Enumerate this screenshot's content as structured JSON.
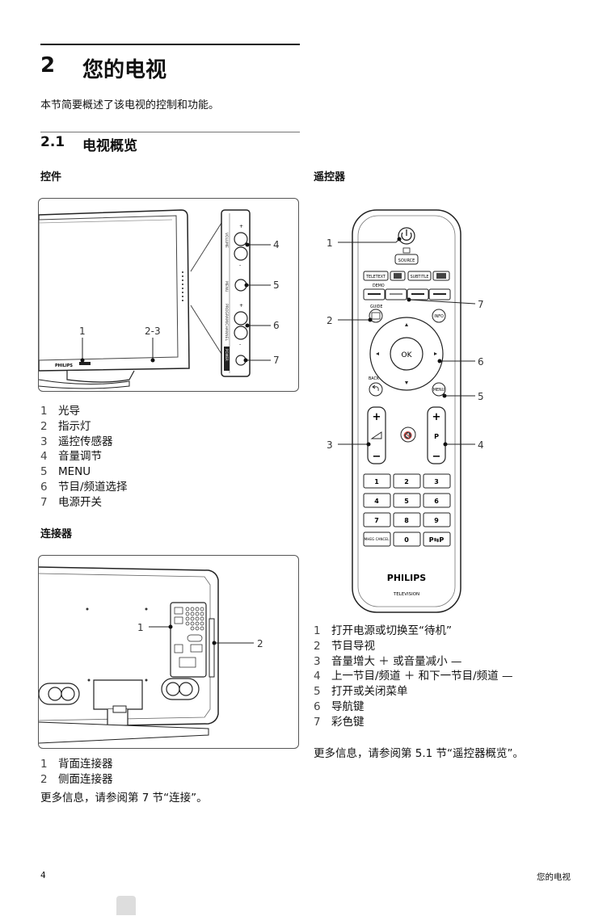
{
  "chapter": {
    "number": "2",
    "title": "您的电视"
  },
  "intro": "本节简要概述了该电视的控制和功能。",
  "section": {
    "number": "2.1",
    "title": "电视概览"
  },
  "controls": {
    "heading": "控件",
    "callouts": [
      "1",
      "2-3",
      "4",
      "5",
      "6",
      "7"
    ],
    "brand": "PHILIPS",
    "side_labels": [
      "VOLUME",
      "MENU",
      "PROGRAM/CHANNEL",
      "POWER"
    ],
    "items": [
      {
        "n": "1",
        "text": "光导"
      },
      {
        "n": "2",
        "text": "指示灯"
      },
      {
        "n": "3",
        "text": "遥控传感器"
      },
      {
        "n": "4",
        "text": "音量调节"
      },
      {
        "n": "5",
        "text": "MENU"
      },
      {
        "n": "6",
        "text": "节目/频道选择"
      },
      {
        "n": "7",
        "text": "电源开关"
      }
    ]
  },
  "connectors": {
    "heading": "连接器",
    "callouts": [
      "1",
      "2"
    ],
    "items": [
      {
        "n": "1",
        "text": "背面连接器"
      },
      {
        "n": "2",
        "text": "侧面连接器"
      }
    ],
    "more": "更多信息，请参阅第 7 节“连接”。"
  },
  "remote": {
    "heading": "遥控器",
    "callouts": [
      "1",
      "2",
      "3",
      "4",
      "5",
      "6",
      "7"
    ],
    "buttons": {
      "source": "SOURCE",
      "teletext": "TELETEXT",
      "subtitle": "SUBTITLE",
      "demo": "DEMO",
      "guide": "GUIDE",
      "info": "INFO",
      "ok": "OK",
      "back": "BACK",
      "menu": "MENU",
      "vol_plus": "+",
      "vol_minus": "−",
      "p_plus": "+",
      "p_label": "P",
      "p_minus": "−",
      "digits": [
        "1",
        "2",
        "3",
        "4",
        "5",
        "6",
        "7",
        "8",
        "9"
      ],
      "mheg": "MHEG CANCEL",
      "zero": "0",
      "pp": "P⇆P",
      "brand": "PHILIPS",
      "sub": "TELEVISION"
    },
    "items": [
      {
        "n": "1",
        "text": "打开电源或切换至“待机”"
      },
      {
        "n": "2",
        "text": "节目导视"
      },
      {
        "n": "3",
        "text": "音量增大 ＋ 或音量减小 —"
      },
      {
        "n": "4",
        "text": "上一节目/频道 ＋ 和下一节目/频道 —"
      },
      {
        "n": "5",
        "text": "打开或关闭菜单"
      },
      {
        "n": "6",
        "text": "导航键"
      },
      {
        "n": "7",
        "text": "彩色键"
      }
    ],
    "more": "更多信息，请参阅第 5.1 节“遥控器概览”。"
  },
  "footer": {
    "page": "4",
    "title": "您的电视"
  }
}
